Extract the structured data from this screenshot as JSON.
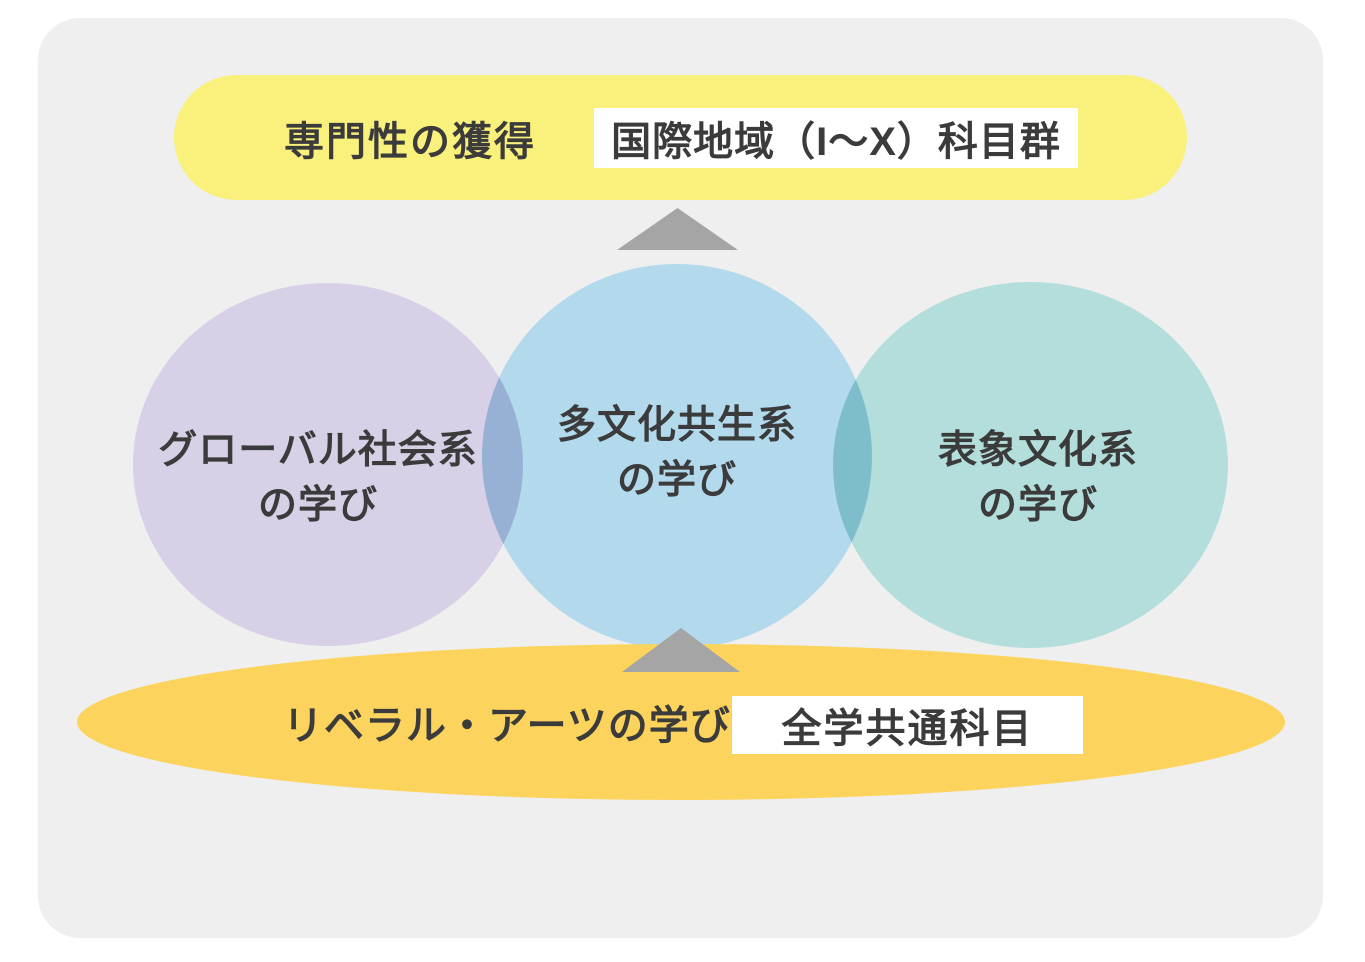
{
  "palette": {
    "page_bg": "#ffffff",
    "panel_bg": "#efefef",
    "text": "#3b3b3b",
    "top_banner_bg": "#f9f17c",
    "bottom_banner_bg": "#fcd35c",
    "arrow_gray": "#a5a5a5",
    "white_box_bg": "#ffffff",
    "circle_global_society": "#d7d0e6",
    "circle_multicultural": "#b3d9ec",
    "circle_representation_culture": "#b4dedb"
  },
  "top_banner": {
    "label": "専門性の獲得",
    "box_text": "国際地域（I～X）科目群"
  },
  "circles": [
    {
      "id": "global-society",
      "line1": "グローバル社会系",
      "line2": "の学び",
      "color": "#d7d0e6"
    },
    {
      "id": "multicultural",
      "line1": "多文化共生系",
      "line2": "の学び",
      "color": "#b3d9ec"
    },
    {
      "id": "representation-culture",
      "line1": "表象文化系",
      "line2": "の学び",
      "color": "#b4dedb"
    }
  ],
  "bottom_banner": {
    "label": "リベラル・アーツの学び",
    "box_text": "全学共通科目"
  }
}
